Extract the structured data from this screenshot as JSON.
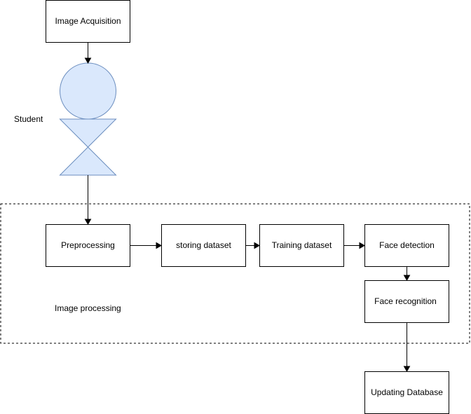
{
  "diagram": {
    "nodes": {
      "image_acquisition": "Image Acquisition",
      "student": "Student",
      "preprocessing": "Preprocessing",
      "storing_dataset": "storing dataset",
      "training_dataset": "Training dataset",
      "face_detection": "Face detection",
      "face_recognition": "Face recognition",
      "updating_database": "Updating Database",
      "container_label": "Image processing"
    },
    "colors": {
      "actor_fill": "#dae8fc",
      "actor_stroke": "#6c8ebf"
    },
    "edges": [
      [
        "image_acquisition",
        "student"
      ],
      [
        "student",
        "preprocessing"
      ],
      [
        "preprocessing",
        "storing_dataset"
      ],
      [
        "storing_dataset",
        "training_dataset"
      ],
      [
        "training_dataset",
        "face_detection"
      ],
      [
        "face_detection",
        "face_recognition"
      ],
      [
        "face_recognition",
        "updating_database"
      ]
    ]
  }
}
